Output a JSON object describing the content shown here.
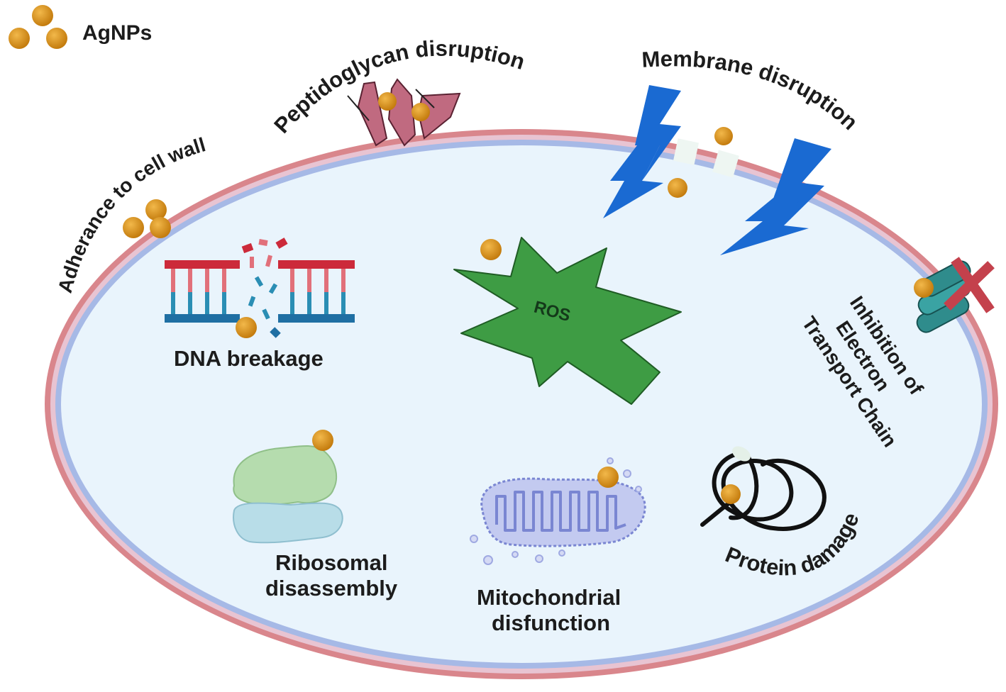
{
  "legend": {
    "label": "AgNPs",
    "particle_color": "#d8901a"
  },
  "labels": {
    "adherence": "Adherance to cell wall",
    "peptidoglycan": "Peptidoglycan disruption",
    "membrane": "Membrane disruption",
    "etc_line1": "Inhibition of",
    "etc_line2": "Electron",
    "etc_line3": "Transport Chain",
    "dna": "DNA breakage",
    "ros": "ROS",
    "ribosome_line1": "Ribosomal",
    "ribosome_line2": "disassembly",
    "mito_line1": "Mitochondrial",
    "mito_line2": "disfunction",
    "protein": "Protein damage"
  },
  "colors": {
    "outer_membrane": "#d9868c",
    "inner_membrane": "#a6b9e6",
    "cytoplasm": "#e9f4fc",
    "ros_star": "#3e9c44",
    "lightning": "#1a6ad2",
    "peptidoglycan": "#c06a80",
    "dna_red": "#cc2a3a",
    "dna_blue": "#2a8eb4",
    "etc_teal": "#2f8c8c",
    "etc_cross": "#c4414c",
    "ribosome_top": "#b5dcae",
    "ribosome_bottom": "#b8dde8",
    "mitochondria": "#9fa9e2"
  }
}
